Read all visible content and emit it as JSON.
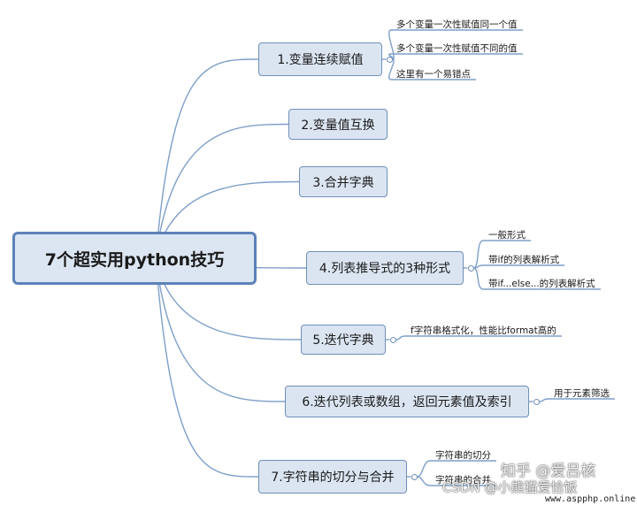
{
  "root": {
    "label": "7个超实用python技巧"
  },
  "branches": [
    {
      "label": "1.变量连续赋值",
      "children": [
        "多个变量一次性赋值同一个值",
        "多个变量一次性赋值不同的值",
        "这里有一个易错点"
      ]
    },
    {
      "label": "2.变量值互换",
      "children": []
    },
    {
      "label": "3.合并字典",
      "children": []
    },
    {
      "label": "4.列表推导式的3种形式",
      "children": [
        "一般形式",
        "带if的列表解析式",
        "带if...else...的列表解析式"
      ]
    },
    {
      "label": "5.迭代字典",
      "children": [
        "f字符串格式化，性能比format高的"
      ]
    },
    {
      "label": "6.迭代列表或数组，返回元素值及索引",
      "children": [
        "用于元素筛选"
      ]
    },
    {
      "label": "7.字符串的切分与合并",
      "children": [
        "字符串的切分",
        "字符串的合并"
      ]
    }
  ],
  "colors": {
    "line": "#7f9fc9",
    "node_fill": "#dbe5f1",
    "node_border": "#6f8fb8",
    "root_border": "#5b82b9"
  },
  "watermarks": {
    "zhihu": "知乎 @爱吕核",
    "csdn": "CSDN @小熊猫爱恰饭",
    "site": "www.aspphp.online"
  }
}
